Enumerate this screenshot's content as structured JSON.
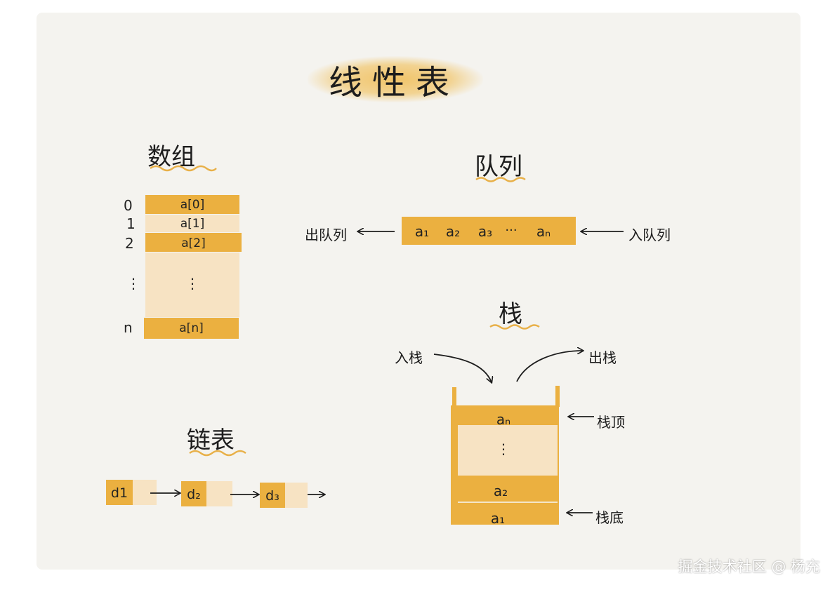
{
  "title": "线性表",
  "array": {
    "title": "数组",
    "rows": [
      {
        "index": "0",
        "label": "a[0]"
      },
      {
        "index": "1",
        "label": "a[1]"
      },
      {
        "index": "2",
        "label": "a[2]"
      },
      {
        "index": "⋮",
        "label": "⋮"
      },
      {
        "index": "n",
        "label": "a[n]"
      }
    ]
  },
  "queue": {
    "title": "队列",
    "items": [
      "a₁",
      "a₂",
      "a₃",
      "···",
      "aₙ"
    ],
    "dequeue_label": "出队列",
    "enqueue_label": "入队列"
  },
  "stack": {
    "title": "栈",
    "push_label": "入栈",
    "pop_label": "出栈",
    "top_item": "aₙ",
    "middle_item": "⋮",
    "items_bottom": [
      "a₂",
      "a₁"
    ],
    "top_label": "栈顶",
    "bottom_label": "栈底"
  },
  "linked_list": {
    "title": "链表",
    "nodes": [
      "d1",
      "d₂",
      "d₃"
    ]
  },
  "colors": {
    "accent": "#ebb040",
    "accent_light": "#f7e3c3",
    "background": "#f4f3ef"
  },
  "watermark": "掘金技术社区 @ 杨充"
}
